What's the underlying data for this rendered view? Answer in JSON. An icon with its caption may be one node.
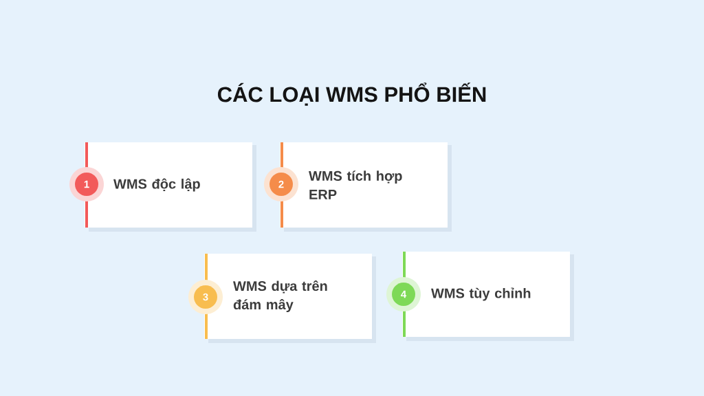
{
  "diagram": {
    "title": "CÁC LOẠI WMS PHỔ BIẾN",
    "nodes": [
      {
        "text": [
          "1"
        ]
      },
      {
        "text": [
          "WMS độc lập"
        ]
      },
      {
        "text": [
          "2"
        ]
      },
      {
        "text": [
          "WMS tích hợp ERP"
        ]
      },
      {
        "text": [
          "3"
        ]
      },
      {
        "text": [
          "WMS dựa trên đám mây"
        ]
      },
      {
        "text": [
          "4"
        ]
      },
      {
        "text": [
          "WMS tùy chỉnh"
        ]
      }
    ]
  }
}
